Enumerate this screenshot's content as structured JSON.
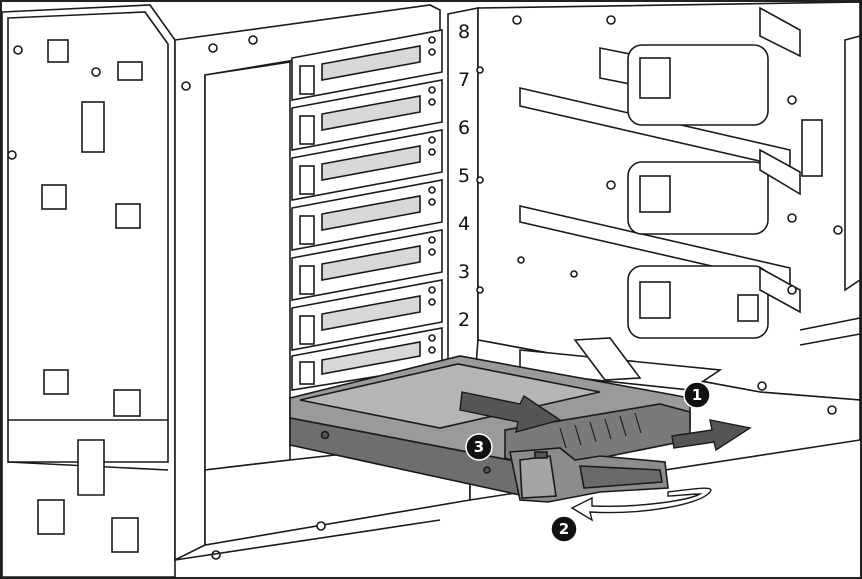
{
  "bay_numbers": [
    "8",
    "7",
    "6",
    "5",
    "4",
    "3",
    "2"
  ],
  "callouts": [
    {
      "id": "1",
      "label": "1"
    },
    {
      "id": "2",
      "label": "2"
    },
    {
      "id": "3",
      "label": "3"
    }
  ],
  "colors": {
    "line": "#1a1a1a",
    "frame_fill": "#ffffff",
    "drive_fill": "#9a9a9a",
    "drive_dark": "#6e6e6e",
    "arrow_fill": "#555555",
    "callout_fill": "#111111"
  }
}
